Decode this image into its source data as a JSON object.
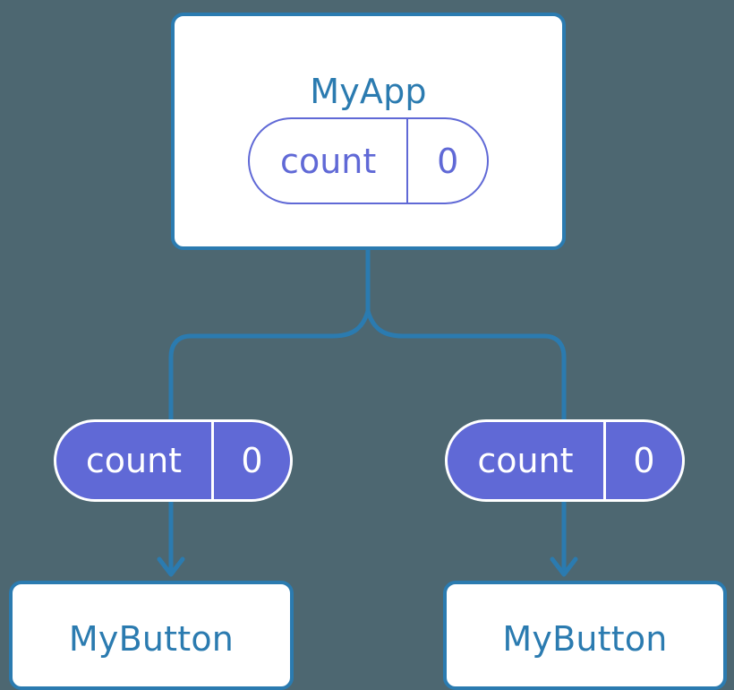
{
  "diagram": {
    "title_text": "MyApp",
    "background_color": "#4d6771",
    "box_border_color": "#2b7bb0",
    "box_fill_color": "#ffffff",
    "title_color": "#2b7bb0",
    "pill_accent_color": "#6069d6",
    "pill_text_color_filled": "#ffffff",
    "wire_color": "#2b7bb0"
  },
  "root": {
    "label": "MyApp",
    "state_pill": {
      "key": "count",
      "value": "0"
    }
  },
  "branches": [
    {
      "state_pill": {
        "key": "count",
        "value": "0"
      },
      "child": {
        "label": "MyButton"
      }
    },
    {
      "state_pill": {
        "key": "count",
        "value": "0"
      },
      "child": {
        "label": "MyButton"
      }
    }
  ]
}
